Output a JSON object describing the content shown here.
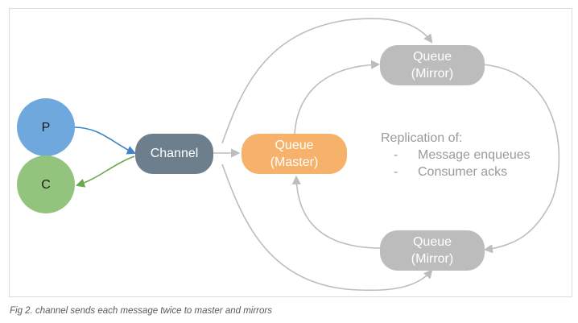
{
  "diagram": {
    "nodes": {
      "p": {
        "label": "P"
      },
      "c": {
        "label": "C"
      },
      "channel": {
        "label": "Channel"
      },
      "queue_master": {
        "line1": "Queue",
        "line2": "(Master)"
      },
      "queue_mirror_top": {
        "line1": "Queue",
        "line2": "(Mirror)"
      },
      "queue_mirror_bottom": {
        "line1": "Queue",
        "line2": "(Mirror)"
      }
    },
    "note": {
      "title": "Replication of:",
      "items": [
        {
          "dash": "-",
          "text": "Message enqueues"
        },
        {
          "dash": "-",
          "text": "Consumer acks"
        }
      ]
    },
    "colors": {
      "producer": "#6fa8dc",
      "consumer": "#93c47d",
      "channel": "#6d7f8c",
      "master": "#f6b26b",
      "mirror": "#bcbcbc",
      "arrow_producer": "#3d85c6",
      "arrow_consumer": "#6aa84f",
      "arrow_gray": "#bdbdbd",
      "note_text": "#9a9a9a"
    }
  },
  "caption": "Fig 2. channel sends each message twice to master and mirrors"
}
